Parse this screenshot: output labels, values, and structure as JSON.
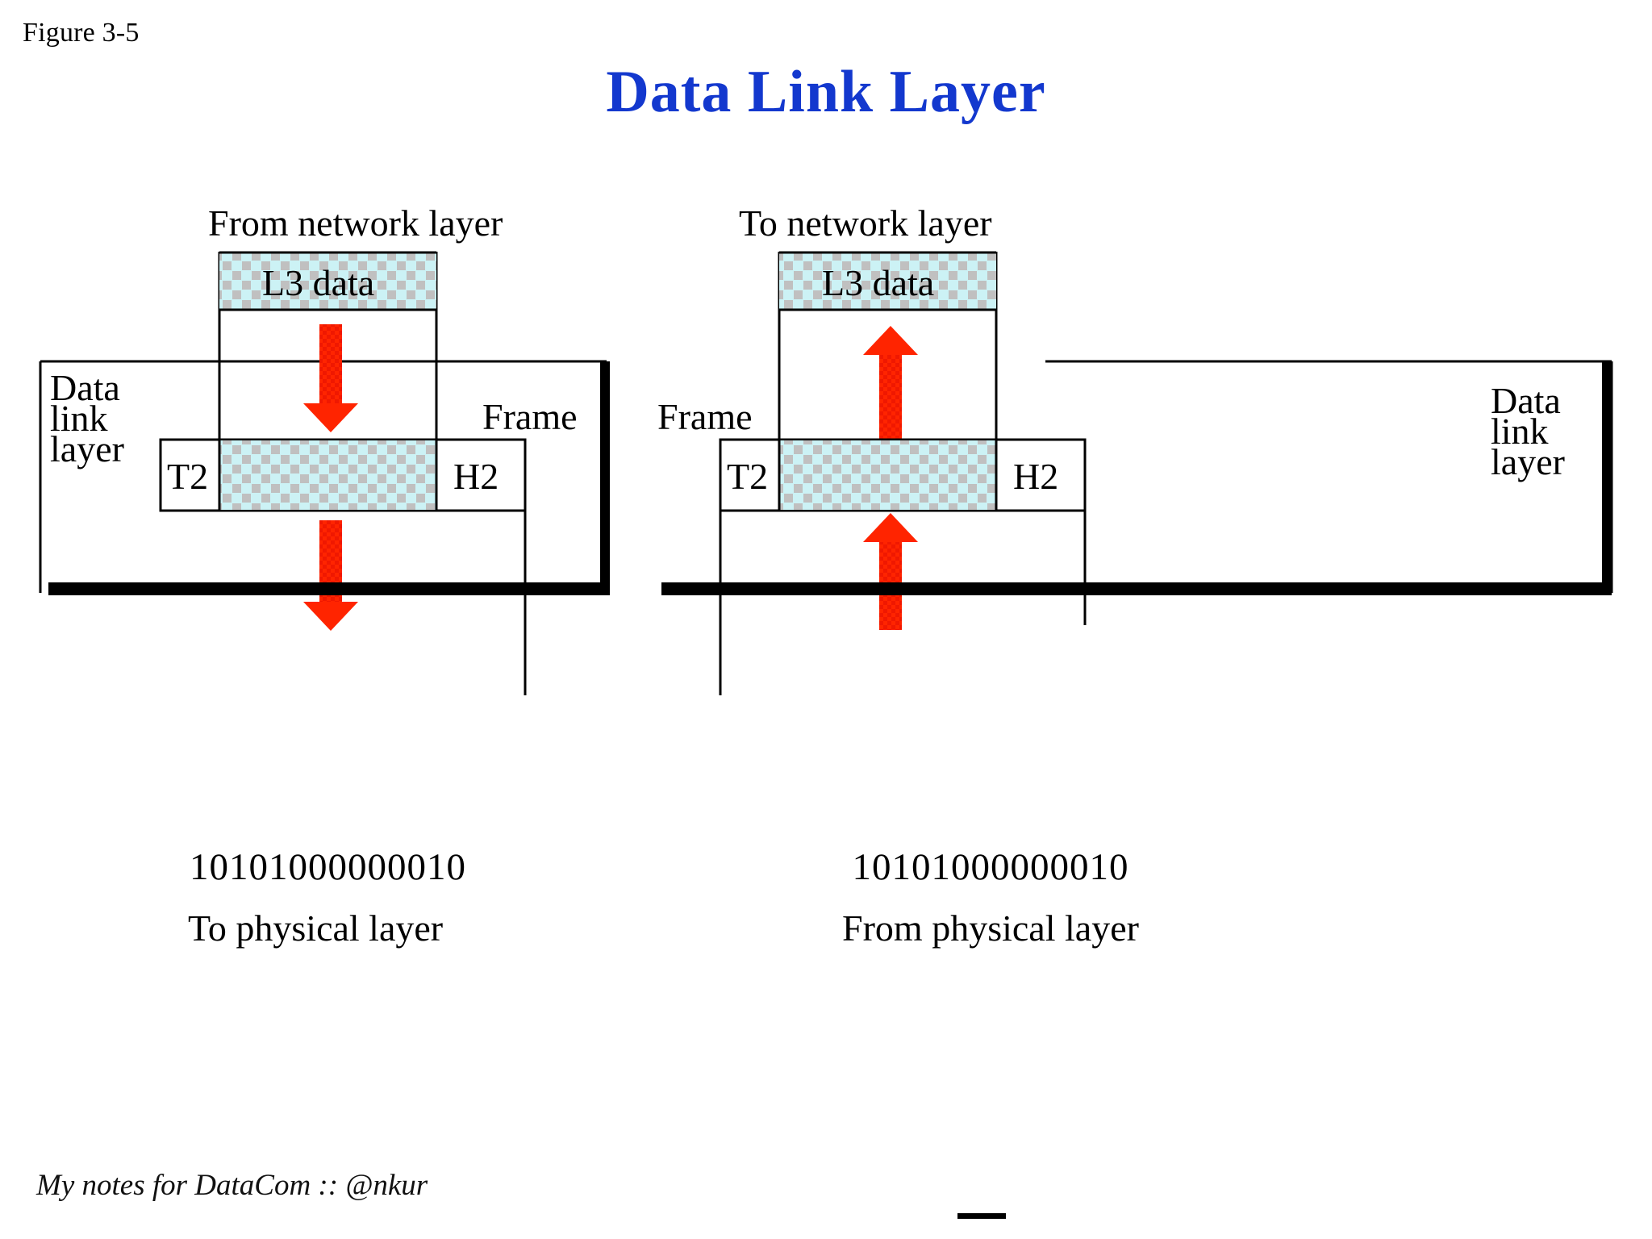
{
  "figure": {
    "label": "Figure 3-5",
    "title": "Data Link Layer",
    "title_color": "#1338CE"
  },
  "colors": {
    "arrow_red": "#FF2400",
    "data_fill_cyan": "#CCF2F5",
    "data_pattern_gray": "#BFBFBF",
    "line_black": "#000000"
  },
  "left_panel": {
    "name": "sending-side",
    "top_label": "From network layer",
    "l3_box_label": "L3 data",
    "side_label_lines": [
      "Data",
      "link",
      "layer"
    ],
    "frame_label": "Frame",
    "trailer_label": "T2",
    "header_label": "H2",
    "bitstream": "10101000000010",
    "bottom_label": "To physical layer",
    "arrow_direction": "down"
  },
  "right_panel": {
    "name": "receiving-side",
    "top_label": "To network layer",
    "l3_box_label": "L3 data",
    "side_label_lines": [
      "Data",
      "link",
      "layer"
    ],
    "frame_label": "Frame",
    "trailer_label": "T2",
    "header_label": "H2",
    "bitstream": "10101000000010",
    "bottom_label": "From physical layer",
    "arrow_direction": "up"
  },
  "footer": {
    "notes": "My notes for DataCom :: @nkur"
  }
}
